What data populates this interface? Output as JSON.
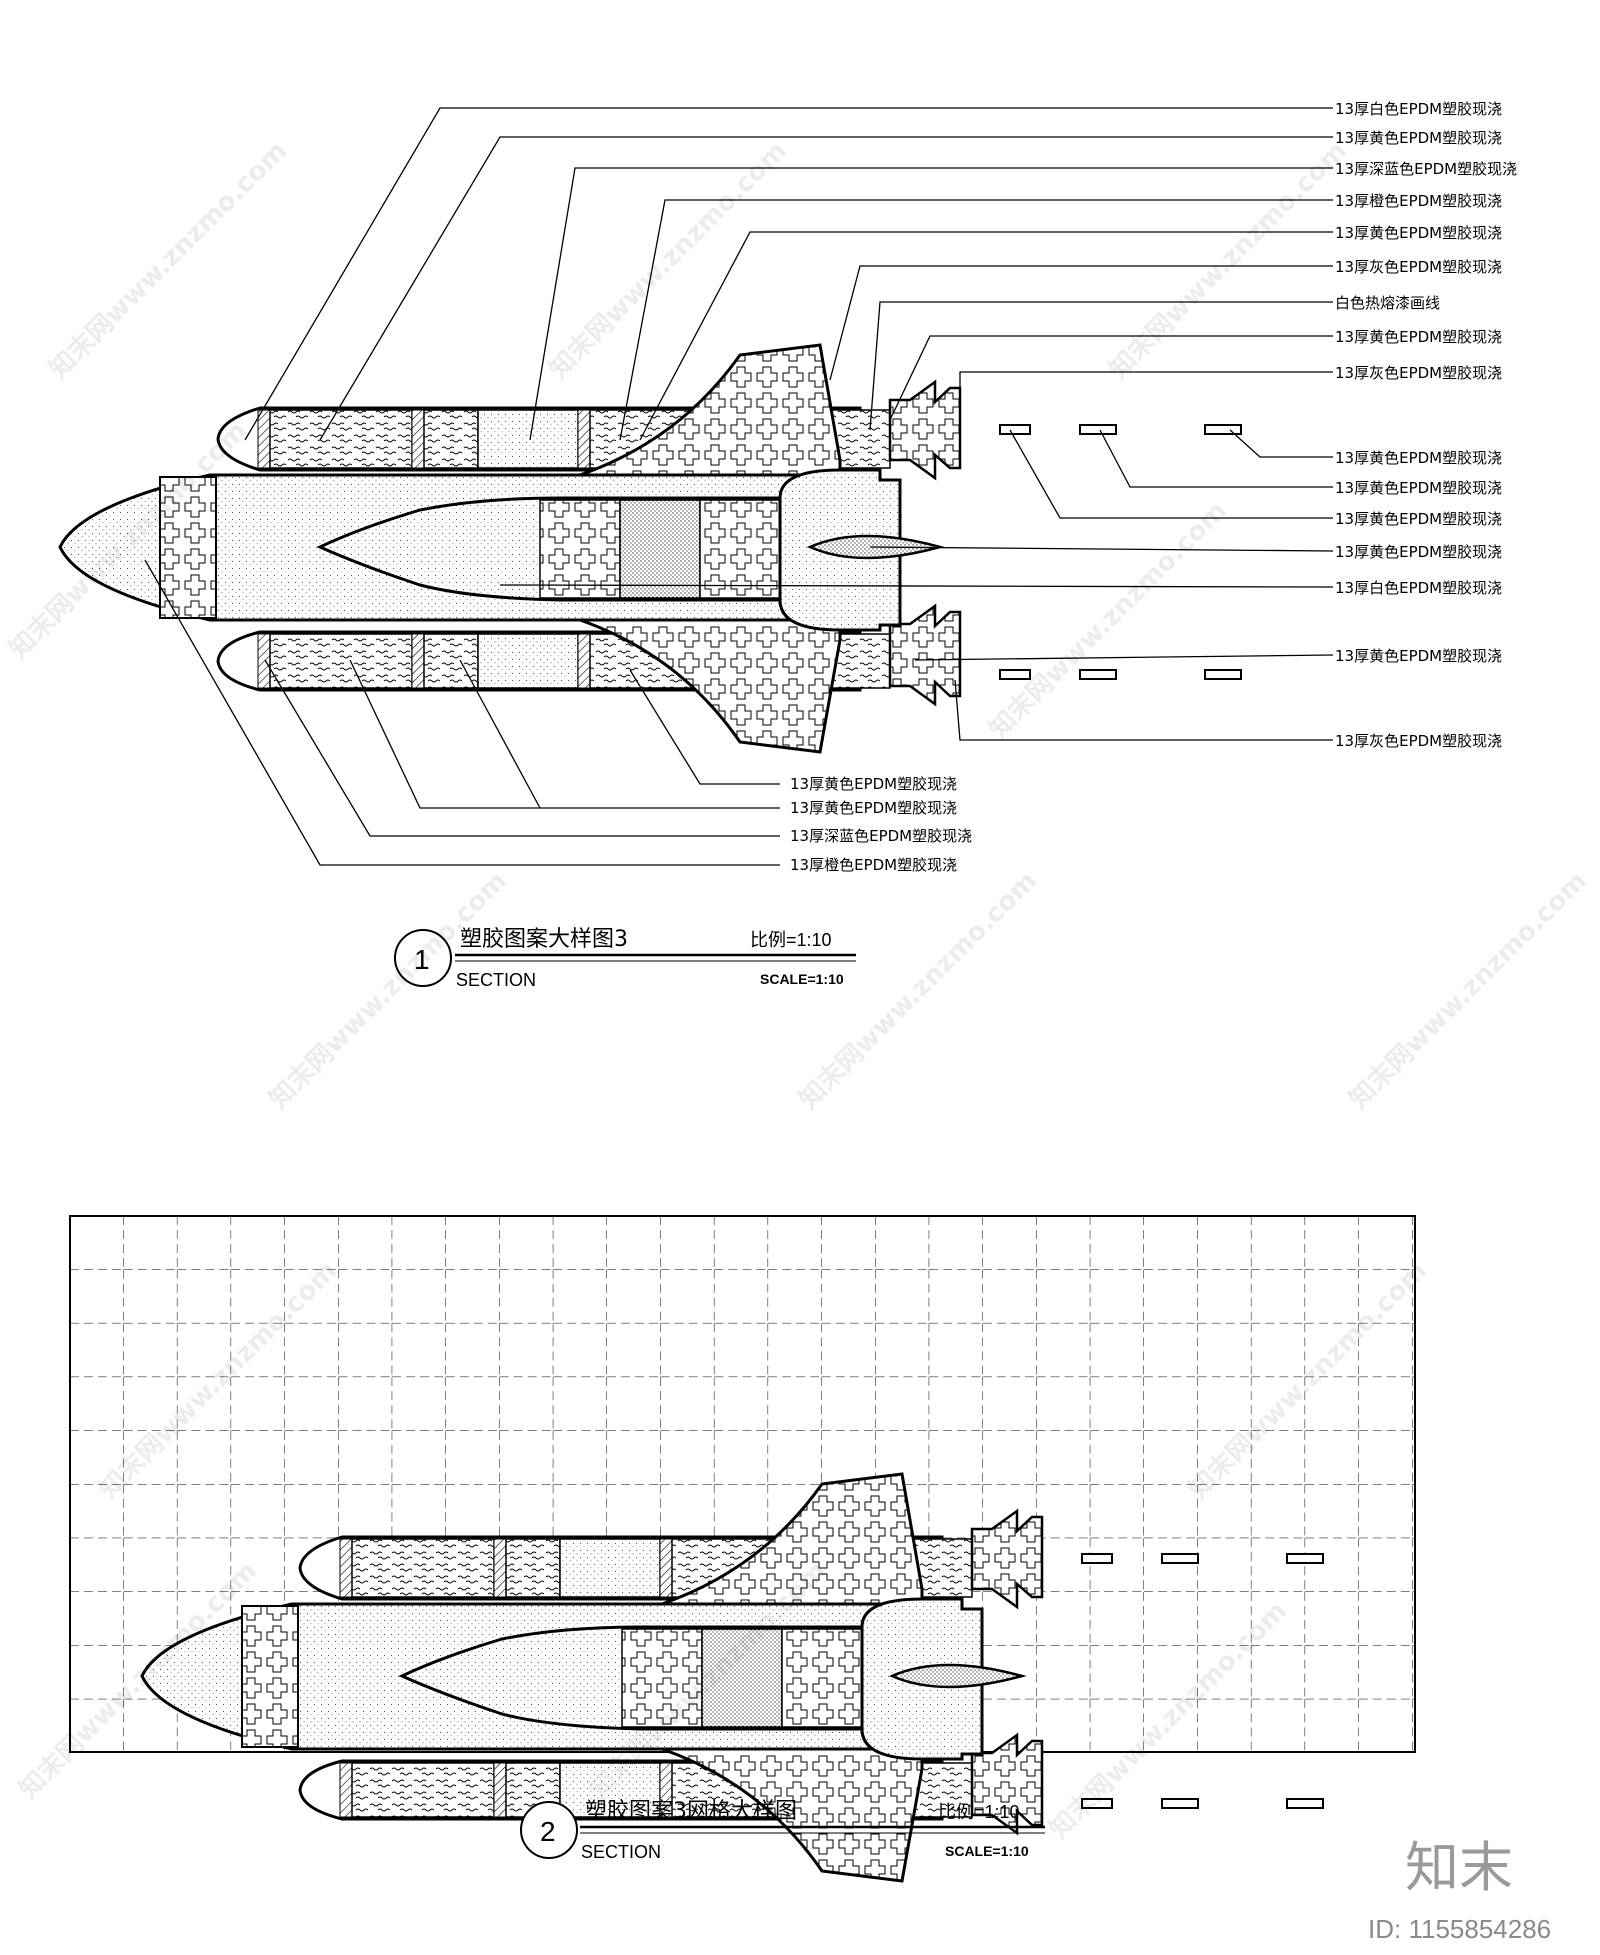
{
  "detail1": {
    "number": "1",
    "title": "塑胶图案大样图3",
    "scale_cn": "比例=1:10",
    "section": "SECTION",
    "scale_en": "SCALE=1:10",
    "labels_right": [
      "13厚白色EPDM塑胶现浇",
      "13厚黄色EPDM塑胶现浇",
      "13厚深蓝色EPDM塑胶现浇",
      "13厚橙色EPDM塑胶现浇",
      "13厚黄色EPDM塑胶现浇",
      "13厚灰色EPDM塑胶现浇",
      "白色热熔漆画线",
      "13厚黄色EPDM塑胶现浇",
      "13厚灰色EPDM塑胶现浇",
      "13厚黄色EPDM塑胶现浇",
      "13厚黄色EPDM塑胶现浇",
      "13厚黄色EPDM塑胶现浇",
      "13厚黄色EPDM塑胶现浇",
      "13厚白色EPDM塑胶现浇",
      "13厚黄色EPDM塑胶现浇",
      "13厚灰色EPDM塑胶现浇"
    ],
    "labels_bottom": [
      "13厚黄色EPDM塑胶现浇",
      "13厚黄色EPDM塑胶现浇",
      "13厚深蓝色EPDM塑胶现浇",
      "13厚橙色EPDM塑胶现浇"
    ]
  },
  "detail2": {
    "number": "2",
    "title": "塑胶图案3网格大样图",
    "scale_cn": "比例=1:10",
    "section": "SECTION",
    "scale_en": "SCALE=1:10"
  },
  "branding": {
    "logo": "知末",
    "id": "ID: 1155854286",
    "watermark": "知末网www.znzmo.com"
  }
}
